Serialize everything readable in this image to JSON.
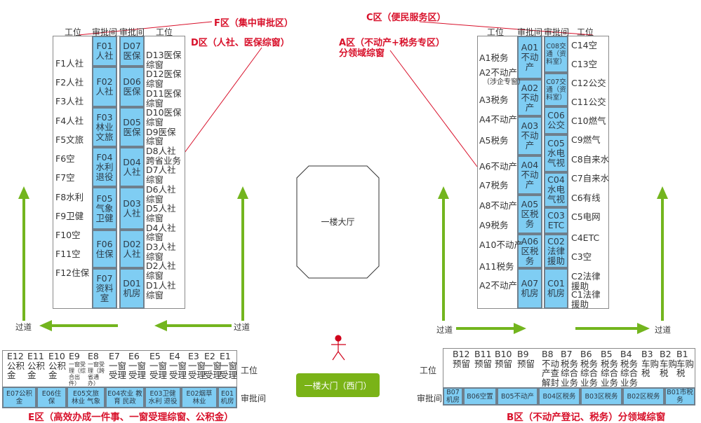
{
  "headers": {
    "workstation": "工位",
    "approval_room": "审批间"
  },
  "hall": "一楼大厅",
  "door": "一楼大门（西门）",
  "corridor": "过道",
  "colors": {
    "room_fill": "#7fcdf3",
    "annotation_red": "#d8102a",
    "arrow_green": "#73b51e",
    "door_green": "#7ab317"
  },
  "zones": {
    "F": {
      "title": "F区（集中审批区）",
      "workstations": [
        "F1人社",
        "F2人社",
        "F3人社",
        "F4人社",
        "F5文旅",
        "F6空",
        "F7空",
        "F8水利",
        "F9卫健",
        "F10空",
        "F11空",
        "F12住保"
      ],
      "rooms": [
        "F01人社",
        "F02人社",
        "F03林业文旅",
        "F04水利退役",
        "F05气象卫健",
        "F06住保",
        "F07资料室"
      ]
    },
    "D": {
      "title": "D区（人社、医保综窗）",
      "rooms": [
        "D07医保",
        "D06医保",
        "D05医保",
        "D04人社",
        "D03人社",
        "D02人社",
        "D01机房"
      ],
      "workstations": [
        "D13医保综窗",
        "D12医保综窗",
        "D11医保综窗",
        "D10医保综窗",
        "D9医保综窗",
        "D8人社跨省业务",
        "D7人社综窗",
        "D6人社综窗",
        "D5人社综窗",
        "D4人社综窗",
        "D3人社综窗",
        "D2人社综窗",
        "D1人社综窗"
      ]
    },
    "A": {
      "title": "A区（不动产+税务专区）",
      "subtitle": "分领域综窗",
      "workstations": [
        "A1税务",
        "A2不动产",
        "（涉企专窗）",
        "A3税务",
        "A4不动产",
        "A5税务",
        "A6不动产",
        "A7税务",
        "A8不动产",
        "A9税务",
        "A10不动产",
        "A11税务",
        "A2不动产"
      ],
      "rooms": [
        "A01不动产",
        "A02不动产",
        "A03不动产",
        "A04不动产",
        "A05区税务",
        "A06区税务",
        "A07机房"
      ]
    },
    "C": {
      "title": "C区（便民服务区）",
      "rooms": [
        "C08交通（资料室）",
        "C07交通（资料室）",
        "C06公交",
        "C05水电气视",
        "C04水电气视",
        "C03 ETC",
        "C02法律援助",
        "C01机房"
      ],
      "workstations": [
        "C14空",
        "C13空",
        "C12公交",
        "C11公交",
        "C10燃气",
        "C9燃气",
        "C8自来水",
        "C7自来水",
        "C6有线",
        "C5电网",
        "C4ETC",
        "C3空",
        "C2法律援助",
        "C1法律援助"
      ]
    },
    "E": {
      "caption": "E区（高效办成一件事、一窗受理综窗、公积金）",
      "workstations": [
        {
          "code": "E12",
          "name": "公积金"
        },
        {
          "code": "E11",
          "name": "公积金"
        },
        {
          "code": "E10",
          "name": "公积金"
        },
        {
          "code": "E9",
          "name": "一窗受理（综合出件）"
        },
        {
          "code": "E8",
          "name": "一窗受理（跨省通办）"
        },
        {
          "code": "E7",
          "name": "一窗受理"
        },
        {
          "code": "E6",
          "name": "一窗受理"
        },
        {
          "code": "E5",
          "name": "一窗受理"
        },
        {
          "code": "E4",
          "name": "一窗受理"
        },
        {
          "code": "E3",
          "name": "一窗受理"
        },
        {
          "code": "E2",
          "name": "一窗受理"
        },
        {
          "code": "E1",
          "name": "一窗受理"
        }
      ],
      "rooms": [
        "E07公积金",
        "E06住保",
        "E05文旅 林业 气象",
        "E04农业 教育 民政",
        "E03卫健 水利 退役",
        "E02烟草 林业",
        "E01机房"
      ]
    },
    "B": {
      "caption": "B区（不动产登记、税务）分领域综窗",
      "workstations": [
        {
          "code": "B12",
          "name": "预留"
        },
        {
          "code": "B11",
          "name": "预留"
        },
        {
          "code": "B10",
          "name": "预留"
        },
        {
          "code": "B9",
          "name": "预留"
        },
        {
          "code": "B8",
          "name": "不动产查解封"
        },
        {
          "code": "B7",
          "name": "税务综合业务"
        },
        {
          "code": "B6",
          "name": "税务综合业务"
        },
        {
          "code": "B5",
          "name": "税务综合业务"
        },
        {
          "code": "B4",
          "name": "税务综合业务"
        },
        {
          "code": "B3",
          "name": "车购税"
        },
        {
          "code": "B2",
          "name": "车购税"
        },
        {
          "code": "B1",
          "name": "车购税"
        }
      ],
      "rooms": [
        "B07机房",
        "B06空置",
        "B05不动产",
        "B04区税务",
        "B03区税务",
        "B02区税务",
        "B01市税务"
      ]
    }
  }
}
